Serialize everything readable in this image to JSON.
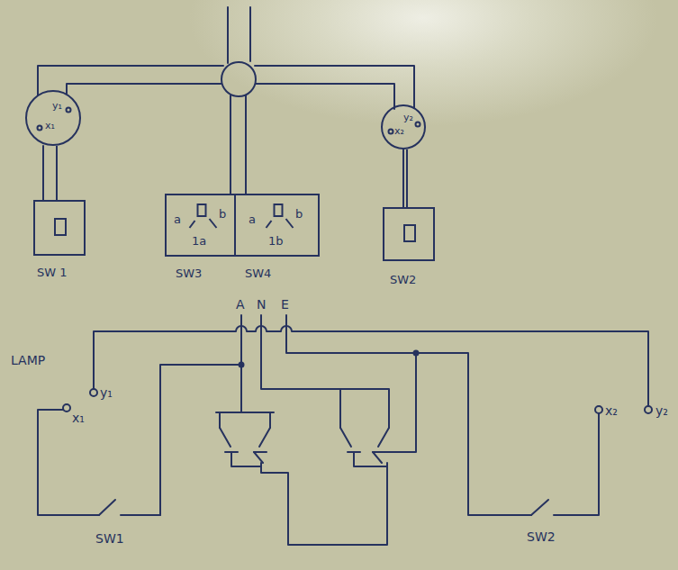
{
  "diagram": {
    "nodes": [
      {
        "text": [
          "x₁",
          "y₁"
        ]
      },
      {
        "text": [
          "x₂",
          "y₂"
        ]
      },
      {
        "text": [
          "SW 1"
        ]
      },
      {
        "text": [
          "a",
          "b",
          "1a",
          "SW3"
        ]
      },
      {
        "text": [
          "a",
          "b",
          "1b",
          "SW4"
        ]
      },
      {
        "text": [
          "SW2"
        ]
      }
    ],
    "edges": [
      {
        "from": 0,
        "to": 2,
        "arrow": "none"
      },
      {
        "from": 1,
        "to": 5,
        "arrow": "none"
      }
    ],
    "labels": [
      "A",
      "N",
      "E",
      "LAMP",
      "x₁",
      "y₁",
      "x₂",
      "y₂",
      "SW1",
      "SW2"
    ]
  }
}
